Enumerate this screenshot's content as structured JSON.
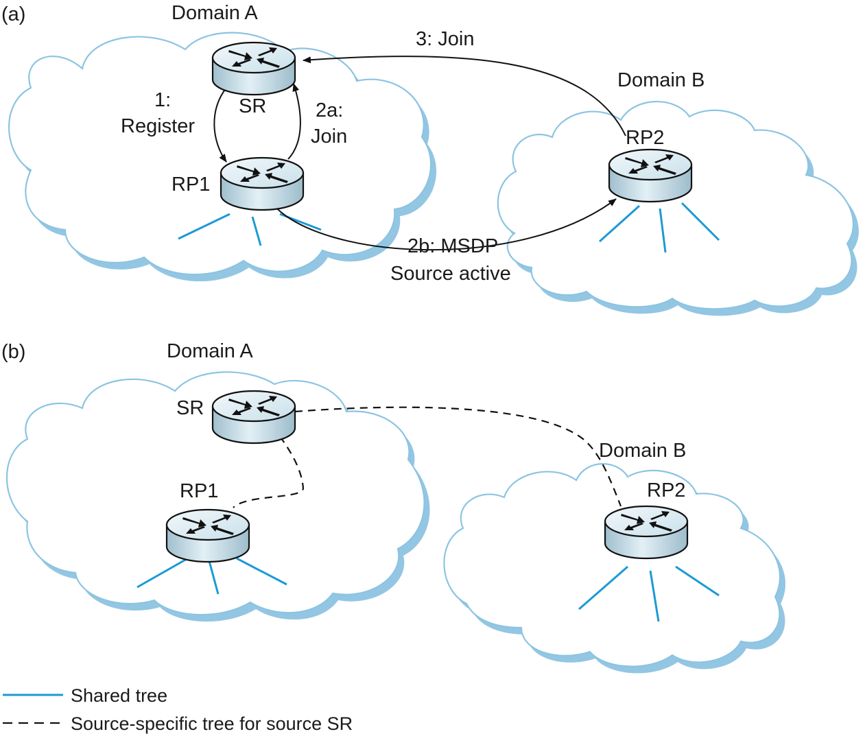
{
  "panels": {
    "a": {
      "label": "(a)",
      "domain_a": {
        "title": "Domain A",
        "routers": {
          "sr": "SR",
          "rp1": "RP1"
        }
      },
      "domain_b": {
        "title": "Domain B",
        "routers": {
          "rp2": "RP2"
        }
      },
      "messages": {
        "register_num": "1:",
        "register": "Register",
        "join2a_num": "2a:",
        "join2a": "Join",
        "msdp_line1": "2b: MSDP",
        "msdp_line2": "Source active",
        "join3": "3: Join"
      }
    },
    "b": {
      "label": "(b)",
      "domain_a": {
        "title": "Domain A",
        "routers": {
          "sr": "SR",
          "rp1": "RP1"
        }
      },
      "domain_b": {
        "title": "Domain B",
        "routers": {
          "rp2": "RP2"
        }
      }
    }
  },
  "legend": {
    "shared_tree": "Shared tree",
    "source_tree": "Source-specific tree for source SR"
  },
  "colors": {
    "shared_tree": "#1a9ad6",
    "cloud_outline": "#8cc4e2",
    "cloud_shadow": "#93c6e3",
    "router_body": "#bcd6e2"
  }
}
